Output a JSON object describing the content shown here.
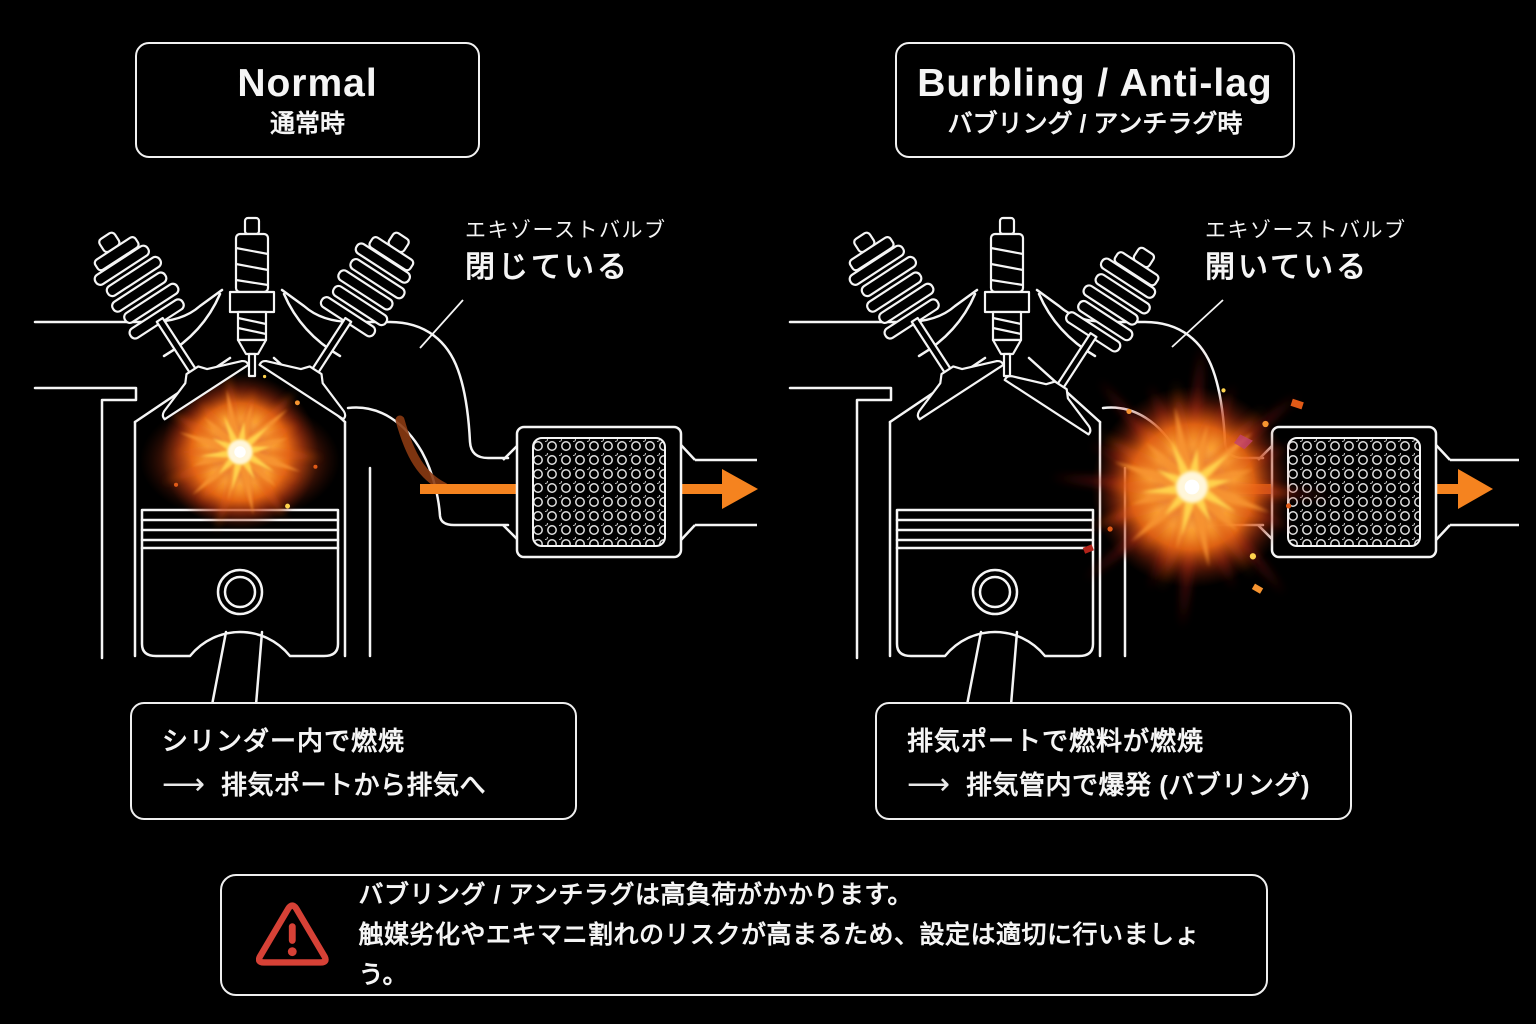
{
  "titles": {
    "left": {
      "title": "Normal",
      "subtitle": "通常時"
    },
    "right": {
      "title": "Burbling / Anti-lag",
      "subtitle": "バブリング / アンチラグ時"
    }
  },
  "valve_labels": {
    "left": {
      "line1": "エキゾーストバルブ",
      "line2": "閉じている"
    },
    "right": {
      "line1": "エキゾーストバルブ",
      "line2": "開いている"
    }
  },
  "descriptions": {
    "left": {
      "line1": "シリンダー内で燃焼",
      "arrow": "⟶",
      "line2": "排気ポートから排気へ"
    },
    "right": {
      "line1": "排気ポートで燃料が燃焼",
      "arrow": "⟶",
      "line2": "排気管内で爆発 (バブリング)"
    }
  },
  "warning": {
    "line1": "バブリング / アンチラグは高負荷がかかります。",
    "line2": "触媒劣化やエキマニ割れのリスクが高まるため、設定は適切に行いましょう。"
  },
  "colors": {
    "background": "#000000",
    "line_white": "#F5F5F5",
    "flow_arrow_orange": "#F5831F",
    "warning_red": "#D64136",
    "fire_core": "#FFF6DA",
    "fire_yellow": "#FFD34D",
    "fire_orange": "#F79430",
    "fire_red": "#E05A17",
    "fire_deep_red": "#B3231A"
  }
}
